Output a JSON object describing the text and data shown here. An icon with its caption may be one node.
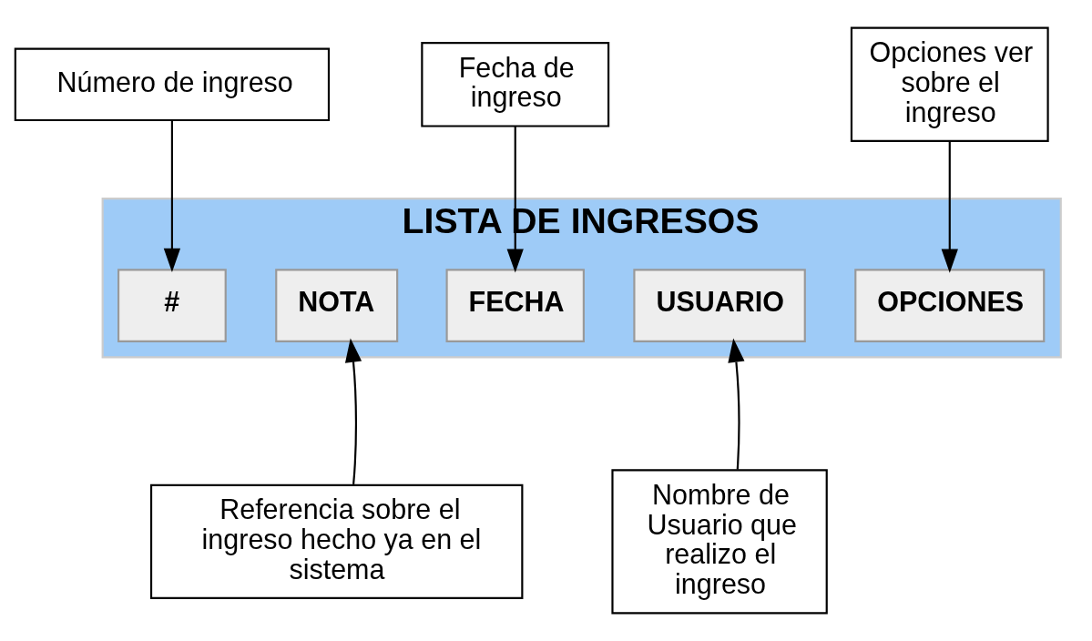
{
  "diagram": {
    "nodes": [
      {
        "text": [
          "Número de ingreso"
        ]
      },
      {
        "text": [
          "Fecha de ingreso"
        ]
      },
      {
        "text": [
          "Opciones ver sobre el ingreso"
        ]
      },
      {
        "text": [
          "LISTA DE INGRESOS"
        ]
      },
      {
        "text": [
          "#"
        ],
        "in": 3
      },
      {
        "text": [
          "NOTA"
        ],
        "in": 3
      },
      {
        "text": [
          "FECHA"
        ],
        "in": 3
      },
      {
        "text": [
          "USUARIO"
        ],
        "in": 3
      },
      {
        "text": [
          "OPCIONES"
        ],
        "in": 3
      },
      {
        "text": [
          "Referencia sobre el ingreso hecho ya en el sistema"
        ]
      },
      {
        "text": [
          "Nombre de Usuario que realizo el ingreso"
        ]
      }
    ],
    "edges": [
      {
        "from": 0,
        "to": 4,
        "arrow": "to"
      },
      {
        "from": 1,
        "to": 6,
        "arrow": "to"
      },
      {
        "from": 2,
        "to": 8,
        "arrow": "to"
      },
      {
        "from": 9,
        "to": 5,
        "arrow": "to"
      },
      {
        "from": 10,
        "to": 7,
        "arrow": "to"
      }
    ]
  }
}
